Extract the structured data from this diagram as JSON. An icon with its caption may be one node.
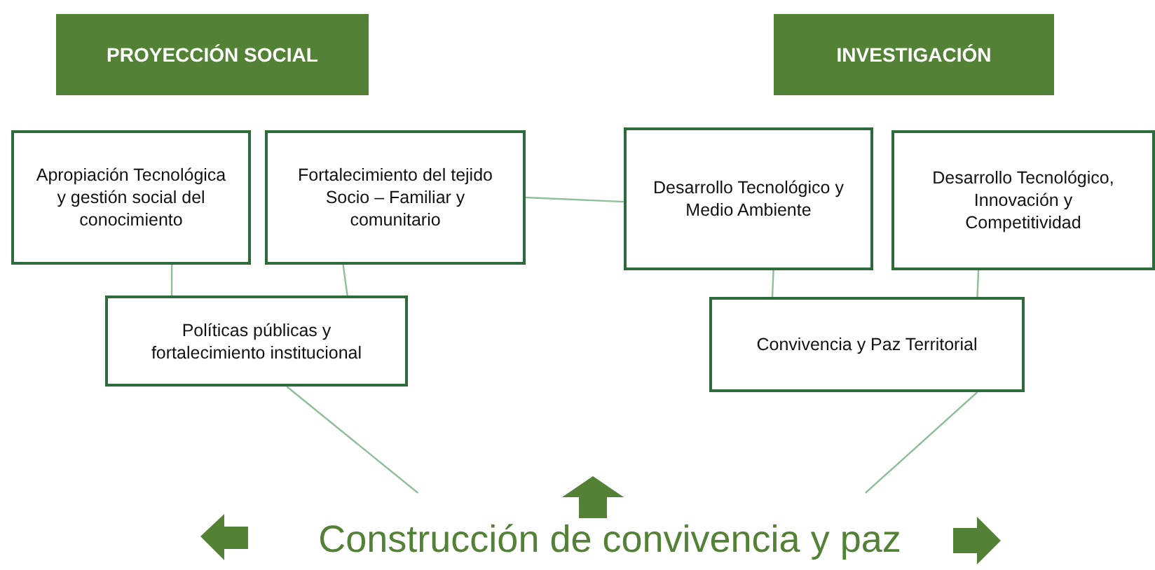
{
  "diagram": {
    "nodes": [
      {
        "text": [
          "PROYECCIÓN SOCIAL"
        ]
      },
      {
        "text": [
          "INVESTIGACIÓN"
        ]
      },
      {
        "text": [
          "Apropiación Tecnológica y gestión social del conocimiento"
        ]
      },
      {
        "text": [
          "Fortalecimiento del tejido Socio – Familiar y comunitario"
        ]
      },
      {
        "text": [
          "Políticas públicas y fortalecimiento institucional"
        ]
      },
      {
        "text": [
          "Desarrollo Tecnológico y Medio Ambiente"
        ]
      },
      {
        "text": [
          "Desarrollo Tecnológico, Innovación y Competitividad"
        ]
      },
      {
        "text": [
          "Convivencia y Paz Territorial"
        ]
      },
      {
        "text": [
          "Construcción de convivencia y paz"
        ]
      }
    ],
    "edges": [
      {
        "from": 2,
        "to": 4,
        "arrow": "none"
      },
      {
        "from": 3,
        "to": 4,
        "arrow": "none"
      },
      {
        "from": 3,
        "to": 5,
        "arrow": "none"
      },
      {
        "from": 5,
        "to": 7,
        "arrow": "none"
      },
      {
        "from": 6,
        "to": 7,
        "arrow": "none"
      },
      {
        "from": 4,
        "to": 8,
        "arrow": "none"
      },
      {
        "from": 7,
        "to": 8,
        "arrow": "none"
      }
    ]
  }
}
